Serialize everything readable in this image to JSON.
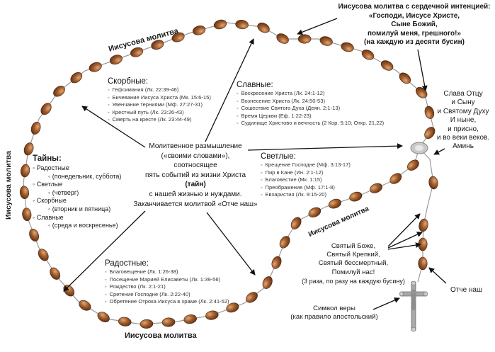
{
  "colors": {
    "bead": "#8a4a22",
    "bead_light": "#c8895a",
    "chain": "#9a9a9a",
    "arrow": "#111111",
    "text": "#1a1a1a"
  },
  "labels": {
    "jesus_prayer_top": "Иисусова молитва",
    "jesus_prayer_bottom": "Иисусова молитва",
    "jesus_prayer_left": "Иисусова молитва",
    "jesus_prayer_right": "Иисусова молитва"
  },
  "heart_prayer": {
    "title": "Иисусова молитва с сердечной интенцией:",
    "line1": "«Господи, Иисусе Христе,",
    "line2": "Сыне Божий,",
    "line3": "помилуй меня, грешного!»",
    "line4": "(на каждую из десяти бусин)"
  },
  "glory": {
    "line1": "Слава Отцу",
    "line2": "и Сыну",
    "line3": "и Святому Духу",
    "line4": "И ныне,",
    "line5": "и присно,",
    "line6": "и во веки веков.",
    "line7": "Аминь"
  },
  "center": {
    "line1": "Молитвенное размышление",
    "line2": "(«своими словами»),",
    "line3": "соотносящее",
    "line4": "пять событий из жизни Христа",
    "line5": "(тайн)",
    "line6": "с нашей жизнью и нуждами.",
    "line7": "Заканчивается молитвой «Отче наш»"
  },
  "mysteries": {
    "title": "Тайны:",
    "items": [
      {
        "name": "Радостные",
        "when": "(понедельник, суббота)"
      },
      {
        "name": "Светлые",
        "when": "(четверг)"
      },
      {
        "name": "Скорбные",
        "when": "(вторник и пятница)"
      },
      {
        "name": "Славные",
        "when": "(среда и воскресенье)"
      }
    ]
  },
  "sorrowful": {
    "title": "Скорбные:",
    "items": [
      "Гефсимания (Лк. 22:39-46)",
      "Бичевание Иисуса Христа  (Мк. 15:6-15)",
      "Увенчание терниями (Мф. 27:27-31)",
      "Крестный путь (Лк. 23:26-43)",
      "Смерть на кресте (Лк. 23:44-49)"
    ]
  },
  "glorious": {
    "title": "Славные:",
    "items": [
      "Воскресение Христа (Лк. 24:1-12)",
      "Вознесение Христа (Лк. 24:50-53)",
      "Сошествие Святого Духа (Деян. 2:1-13)",
      "Время Церкви (Еф. 1:22-23)",
      "Судилище Христово и вечность (2 Кор. 5:10; Откр. 21,22)"
    ]
  },
  "luminous": {
    "title": "Светлые:",
    "items": [
      "Крещение Господне (Мф. 3:13-17)",
      "Пир в Кане (Ин. 2:1-12)",
      "Благовестие (Мк. 1:15)",
      "Преображение (Мф. 17:1-8)",
      "Евхаристия (Лк. 9:15-20)"
    ]
  },
  "joyful": {
    "title": "Радостные:",
    "items": [
      "Благовещение (Лк. 1:26-38)",
      "Посещение Марией Елисаветы (Лк. 1:39-56)",
      "Рождество (Лк. 2:1-21)",
      "Сретение Господне (Лк. 2:22-40)",
      "Обретение Отрока Иисуса в храме (Лк. 2:41-52)"
    ]
  },
  "trisagion": {
    "line1": "Святый Боже,",
    "line2": "Святый Крепкий,",
    "line3": "Святый бессмертный,",
    "line4": "Помилуй нас!",
    "line5": "(3 раза, по разу на каждую бусину)"
  },
  "our_father": "Отче наш",
  "creed": {
    "line1": "Символ веры",
    "line2": "(как правило апостольский)"
  }
}
